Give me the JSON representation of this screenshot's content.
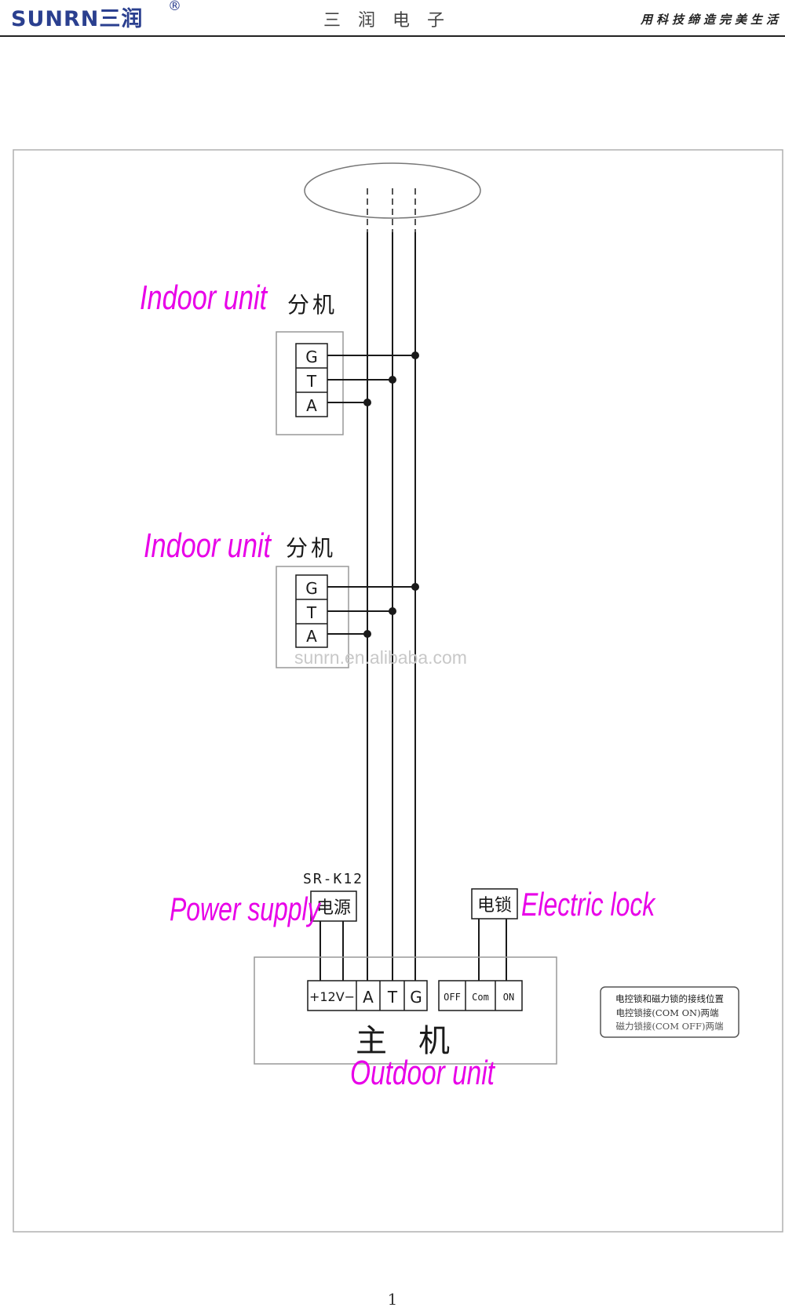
{
  "header": {
    "logo_text": "SUNRN三润",
    "logo_mark": "®",
    "company_name": "三润电子",
    "slogan": "用科技缔造完美生活"
  },
  "diagram": {
    "indoor_units": [
      {
        "label_en": "Indoor unit",
        "label_cn": "分机",
        "terminals": [
          "G",
          "T",
          "A"
        ]
      },
      {
        "label_en": "Indoor unit",
        "label_cn": "分机",
        "terminals": [
          "G",
          "T",
          "A"
        ]
      }
    ],
    "watermark": "sunrn.en.alibaba.com",
    "power_supply": {
      "model": "SR-K12",
      "label_cn": "电源",
      "label_en": "Power supply"
    },
    "electric_lock": {
      "label_cn": "电锁",
      "label_en": "Electric lock"
    },
    "outdoor_unit": {
      "label_cn": "主　机",
      "label_en": "Outdoor unit",
      "terminals": [
        "+12V−",
        "A",
        "T",
        "G"
      ],
      "lock_terminals": [
        "OFF",
        "Com",
        "ON"
      ]
    },
    "note": {
      "title": "电控锁和磁力锁的接线位置",
      "lines": [
        "电控锁接(COM ON)两端",
        "磁力锁接(COM OFF)两端"
      ]
    },
    "colors": {
      "accent_label": "#e800e8",
      "line": "#1a1a1a",
      "frame": "#b0b0b0"
    }
  },
  "footer": {
    "page_number": "1"
  }
}
